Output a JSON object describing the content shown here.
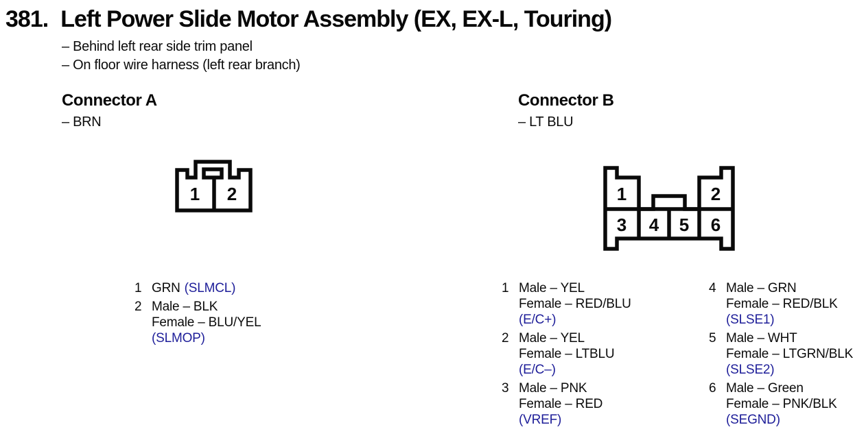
{
  "page": {
    "item_number": "381.",
    "title": "Left Power Slide Motor Assembly (EX, EX-L, Touring)",
    "notes": [
      "– Behind left rear side trim panel",
      "– On floor wire harness (left rear branch)"
    ]
  },
  "palette": {
    "ink": "#0a0a0a",
    "signal_blue": "#1e1e99",
    "background": "#ffffff"
  },
  "connector_a": {
    "heading": "Connector A",
    "housing_color": "– BRN",
    "diagram": {
      "cavities": [
        "1",
        "2"
      ]
    },
    "pins": [
      {
        "num": "1",
        "wire": "GRN",
        "signal": "(SLMCL)"
      },
      {
        "num": "2",
        "male": "Male – BLK",
        "female": "Female – BLU/YEL",
        "signal": "(SLMOP)"
      }
    ]
  },
  "connector_b": {
    "heading": "Connector B",
    "housing_color": "– LT BLU",
    "diagram": {
      "cavities": [
        "1",
        "2",
        "3",
        "4",
        "5",
        "6"
      ]
    },
    "pins_left": [
      {
        "num": "1",
        "male": "Male – YEL",
        "female": "Female – RED/BLU",
        "signal": "(E/C+)"
      },
      {
        "num": "2",
        "male": "Male – YEL",
        "female": "Female – LTBLU",
        "signal": "(E/C–)"
      },
      {
        "num": "3",
        "male": "Male – PNK",
        "female": "Female – RED",
        "signal": "(VREF)"
      }
    ],
    "pins_right": [
      {
        "num": "4",
        "male": "Male – GRN",
        "female": "Female – RED/BLK",
        "signal": "(SLSE1)"
      },
      {
        "num": "5",
        "male": "Male – WHT",
        "female": "Female – LTGRN/BLK",
        "signal": "(SLSE2)"
      },
      {
        "num": "6",
        "male": "Male – Green",
        "female": "Female – PNK/BLK",
        "signal": "(SEGND)"
      }
    ]
  }
}
